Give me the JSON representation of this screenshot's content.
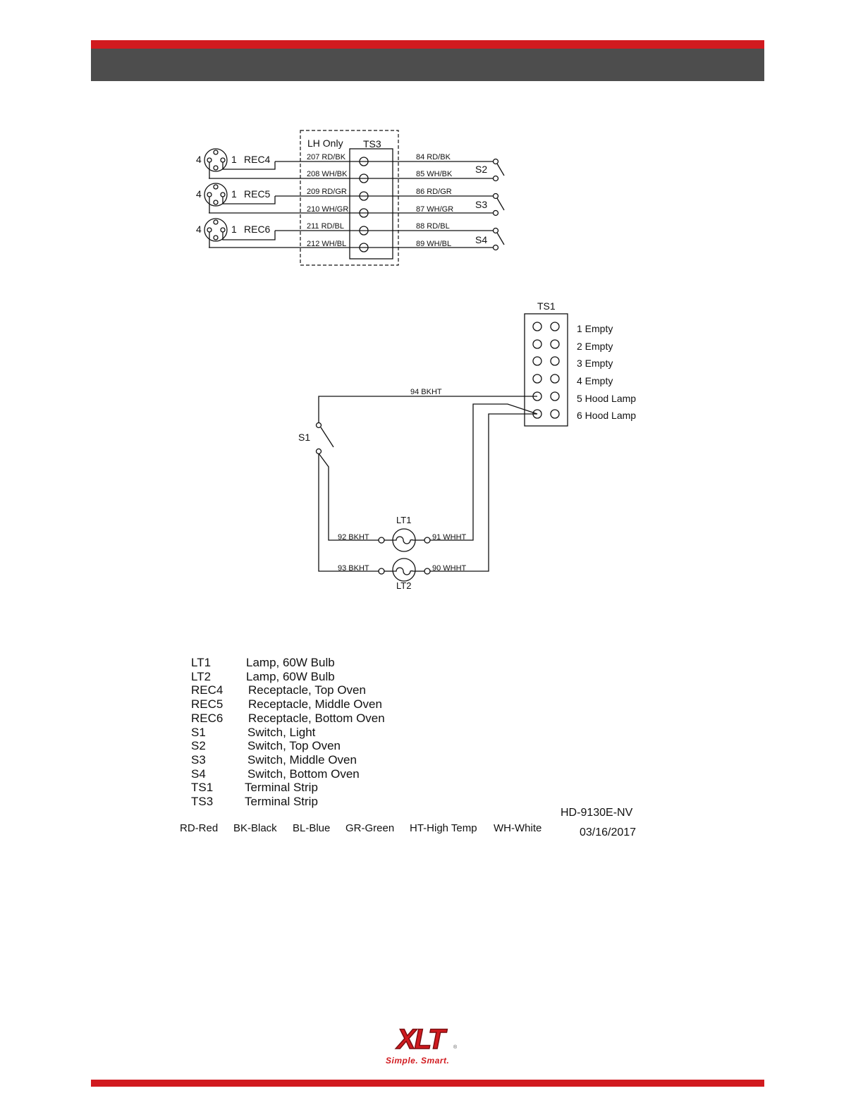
{
  "ts3": {
    "lh_only": "LH Only",
    "title": "TS3",
    "left_wires": [
      "207 RD/BK",
      "208 WH/BK",
      "209 RD/GR",
      "210 WH/GR",
      "211 RD/BL",
      "212 WH/BL"
    ],
    "right_wires": [
      "84 RD/BK",
      "85 WH/BK",
      "86 RD/GR",
      "87 WH/GR",
      "88 RD/BL",
      "89 WH/BL"
    ]
  },
  "receptacles": [
    {
      "label": "REC4",
      "pin_left": "4",
      "pin_right": "1"
    },
    {
      "label": "REC5",
      "pin_left": "4",
      "pin_right": "1"
    },
    {
      "label": "REC6",
      "pin_left": "4",
      "pin_right": "1"
    }
  ],
  "switches_top": [
    "S2",
    "S3",
    "S4"
  ],
  "ts1": {
    "title": "TS1",
    "positions": [
      "1 Empty",
      "2 Empty",
      "3 Empty",
      "4 Empty",
      "5 Hood Lamp",
      "6 Hood Lamp"
    ]
  },
  "lower": {
    "wire_94": "94 BKHT",
    "switch": "S1",
    "lt1": "LT1",
    "lt2": "LT2",
    "wire_92": "92 BKHT",
    "wire_91": "91 WHHT",
    "wire_93": "93 BKHT",
    "wire_90": "90 WHHT"
  },
  "legend": [
    {
      "code": "LT1",
      "desc": "Lamp, 60W Bulb"
    },
    {
      "code": "LT2",
      "desc": "Lamp, 60W Bulb"
    },
    {
      "code": "REC4",
      "desc": "Receptacle, Top Oven"
    },
    {
      "code": "REC5",
      "desc": "Receptacle, Middle Oven"
    },
    {
      "code": "REC6",
      "desc": "Receptacle, Bottom Oven"
    },
    {
      "code": "S1",
      "desc": "Switch, Light"
    },
    {
      "code": "S2",
      "desc": "Switch, Top Oven"
    },
    {
      "code": "S3",
      "desc": "Switch, Middle Oven"
    },
    {
      "code": "S4",
      "desc": "Switch, Bottom Oven"
    },
    {
      "code": "TS1",
      "desc": "Terminal Strip"
    },
    {
      "code": "TS3",
      "desc": "Terminal Strip"
    }
  ],
  "color_codes": [
    "RD-Red",
    "BK-Black",
    "BL-Blue",
    "GR-Green",
    "HT-High Temp",
    "WH-White"
  ],
  "doc_id": "HD-9130E-NV",
  "doc_date": "03/16/2017",
  "logo": {
    "word": "XLT",
    "tagline": "Simple. Smart.",
    "reg": "®"
  },
  "colors": {
    "brand_red": "#d11a1f",
    "header_grey": "#4d4d4d"
  }
}
